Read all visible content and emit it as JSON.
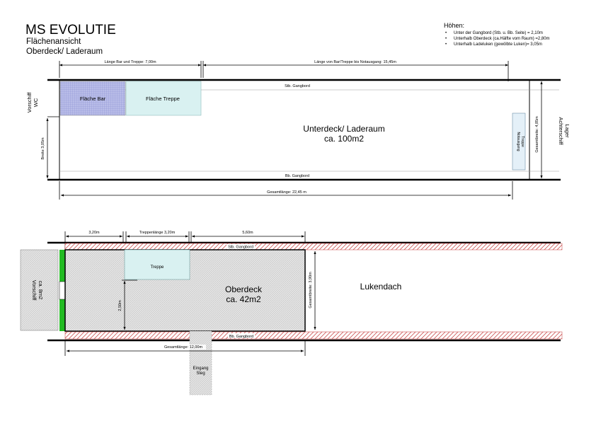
{
  "header": {
    "title": "MS EVOLUTIE",
    "subtitle1": "Flächenansicht",
    "subtitle2": "Oberdeck/ Laderaum"
  },
  "heights": {
    "title": "Höhen:",
    "items": [
      "Unter der Gangbord (Stb. u. Bb. Seite) = 2,10m",
      "Unterhalb Oberdeck (ca.Hälfte vom Raum) =2,80m",
      "Unterhalb Ladeluken (gewölbte Luken)= 3,05m"
    ]
  },
  "lower_deck": {
    "dim_bar_treppe": "Länge Bar und Treppe: 7,00m",
    "dim_bar_notausgang": "Länge von Bar/Treppe bis Notausgang: 15,45m",
    "stb_gangbord": "Stb. Gangbord",
    "bb_gangbord": "Bb. Gangbord",
    "flaeche_bar": "Fläche Bar",
    "flaeche_treppe": "Fläche Treppe",
    "vorschiff": "Vorschiff",
    "wc": "WC",
    "breite": "Breite 3,05m",
    "room_name": "Unterdeck/ Laderaum",
    "room_area": "ca. 100m2",
    "notausgang": "Notausgang",
    "notausgang_treppe": "Treppe",
    "gesamtbreite": "Gesamtbreite: 4,85m",
    "achterschiff": "Achterschiff",
    "lager": "Lager",
    "gesamtlaenge": "Gesamtlänge: 22,45 m"
  },
  "upper_deck": {
    "dim_1": "3,20m",
    "dim_2": "Treppenlänge 3,20m",
    "dim_3": "5,60m",
    "stb_gangbord": "Stb. Gangbord",
    "bb_gangbord": "Bb. Gangbord",
    "treppe": "Treppe",
    "vorschiff": "Vorschiff",
    "vorschiff_area": "ca. 8m2",
    "dim_250": "2,50m",
    "deck_name": "Oberdeck",
    "deck_area": "ca. 42m2",
    "gesamtbreite": "Gesamtbreite: 3,90m",
    "lukendach": "Lukendach",
    "gesamtlaenge": "Gesamtlänge: 12,00m",
    "eingang": "Eingang",
    "steg": "Steg"
  },
  "colors": {
    "bar_fill": "#b8bce6",
    "treppe_fill": "#d9f1f1",
    "notausgang_fill": "#e4f0f8",
    "hatch_red": "#cc4444",
    "green_strip": "#22bb22"
  }
}
